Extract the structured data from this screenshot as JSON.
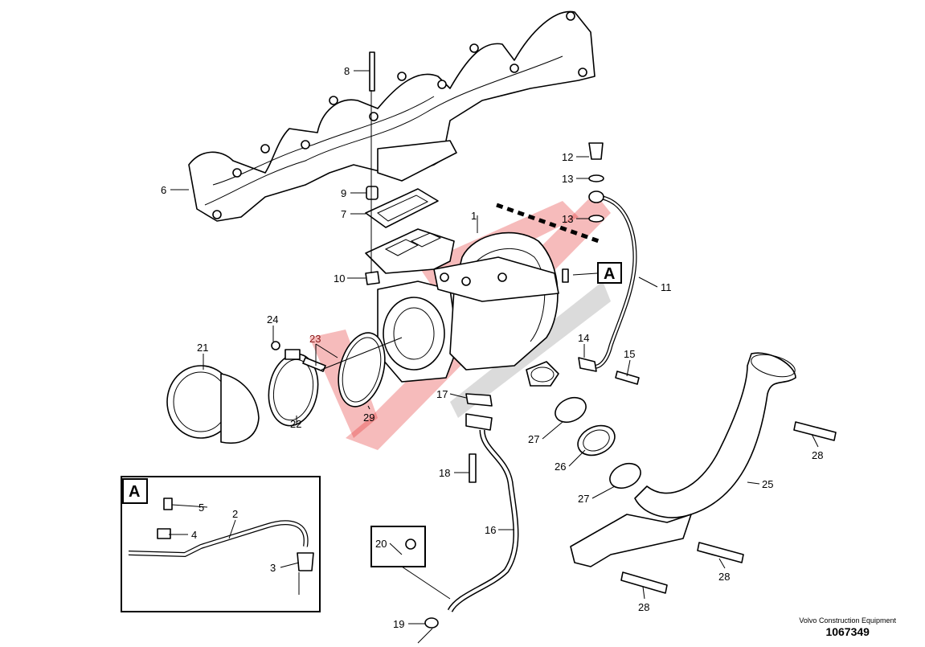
{
  "diagram": {
    "callouts": {
      "p1": "1",
      "p2": "2",
      "p3": "3",
      "p4": "4",
      "p5": "5",
      "p6": "6",
      "p7": "7",
      "p8": "8",
      "p9": "9",
      "p10": "10",
      "p11": "11",
      "p12": "12",
      "p13a": "13",
      "p13b": "13",
      "p14": "14",
      "p15": "15",
      "p16": "16",
      "p17": "17",
      "p18": "18",
      "p19": "19",
      "p20": "20",
      "p21": "21",
      "p22": "22",
      "p23": "23",
      "p24": "24",
      "p25": "25",
      "p26": "26",
      "p27a": "27",
      "p27b": "27",
      "p28a": "28",
      "p28b": "28",
      "p28c": "28",
      "p29": "29"
    },
    "view_ref": "A",
    "inset_ref": "A"
  },
  "footer": {
    "brand": "Volvo Construction Equipment",
    "drawing_number": "1067349"
  },
  "colors": {
    "watermark": "#e32b2b",
    "highlight_label": "#8b1a1a"
  }
}
